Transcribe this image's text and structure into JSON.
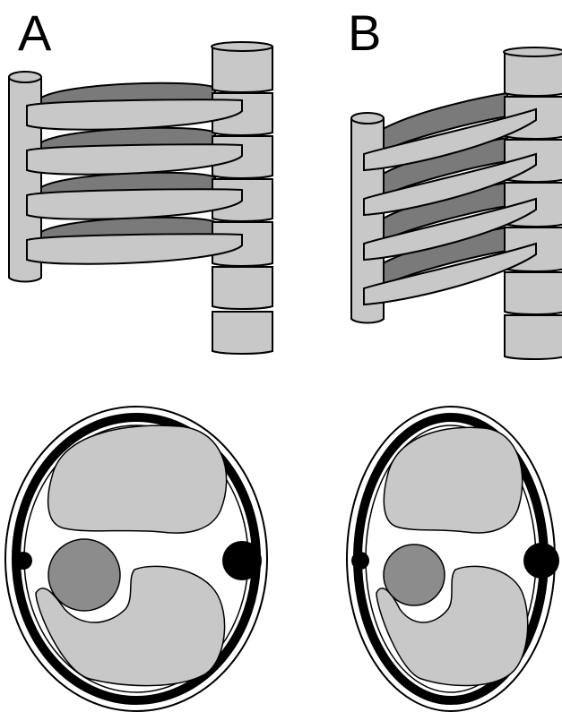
{
  "panels": [
    {
      "id": "A",
      "label": "A",
      "ribs": 4,
      "spine_segments": 7
    },
    {
      "id": "B",
      "label": "B",
      "ribs": 4,
      "spine_segments": 7
    }
  ],
  "colors": {
    "light_fill": "#c8c8c8",
    "dark_band": "#7a7a7a",
    "circle_fill": "#8c8c8c",
    "outline": "#000000",
    "background": "#ffffff"
  }
}
